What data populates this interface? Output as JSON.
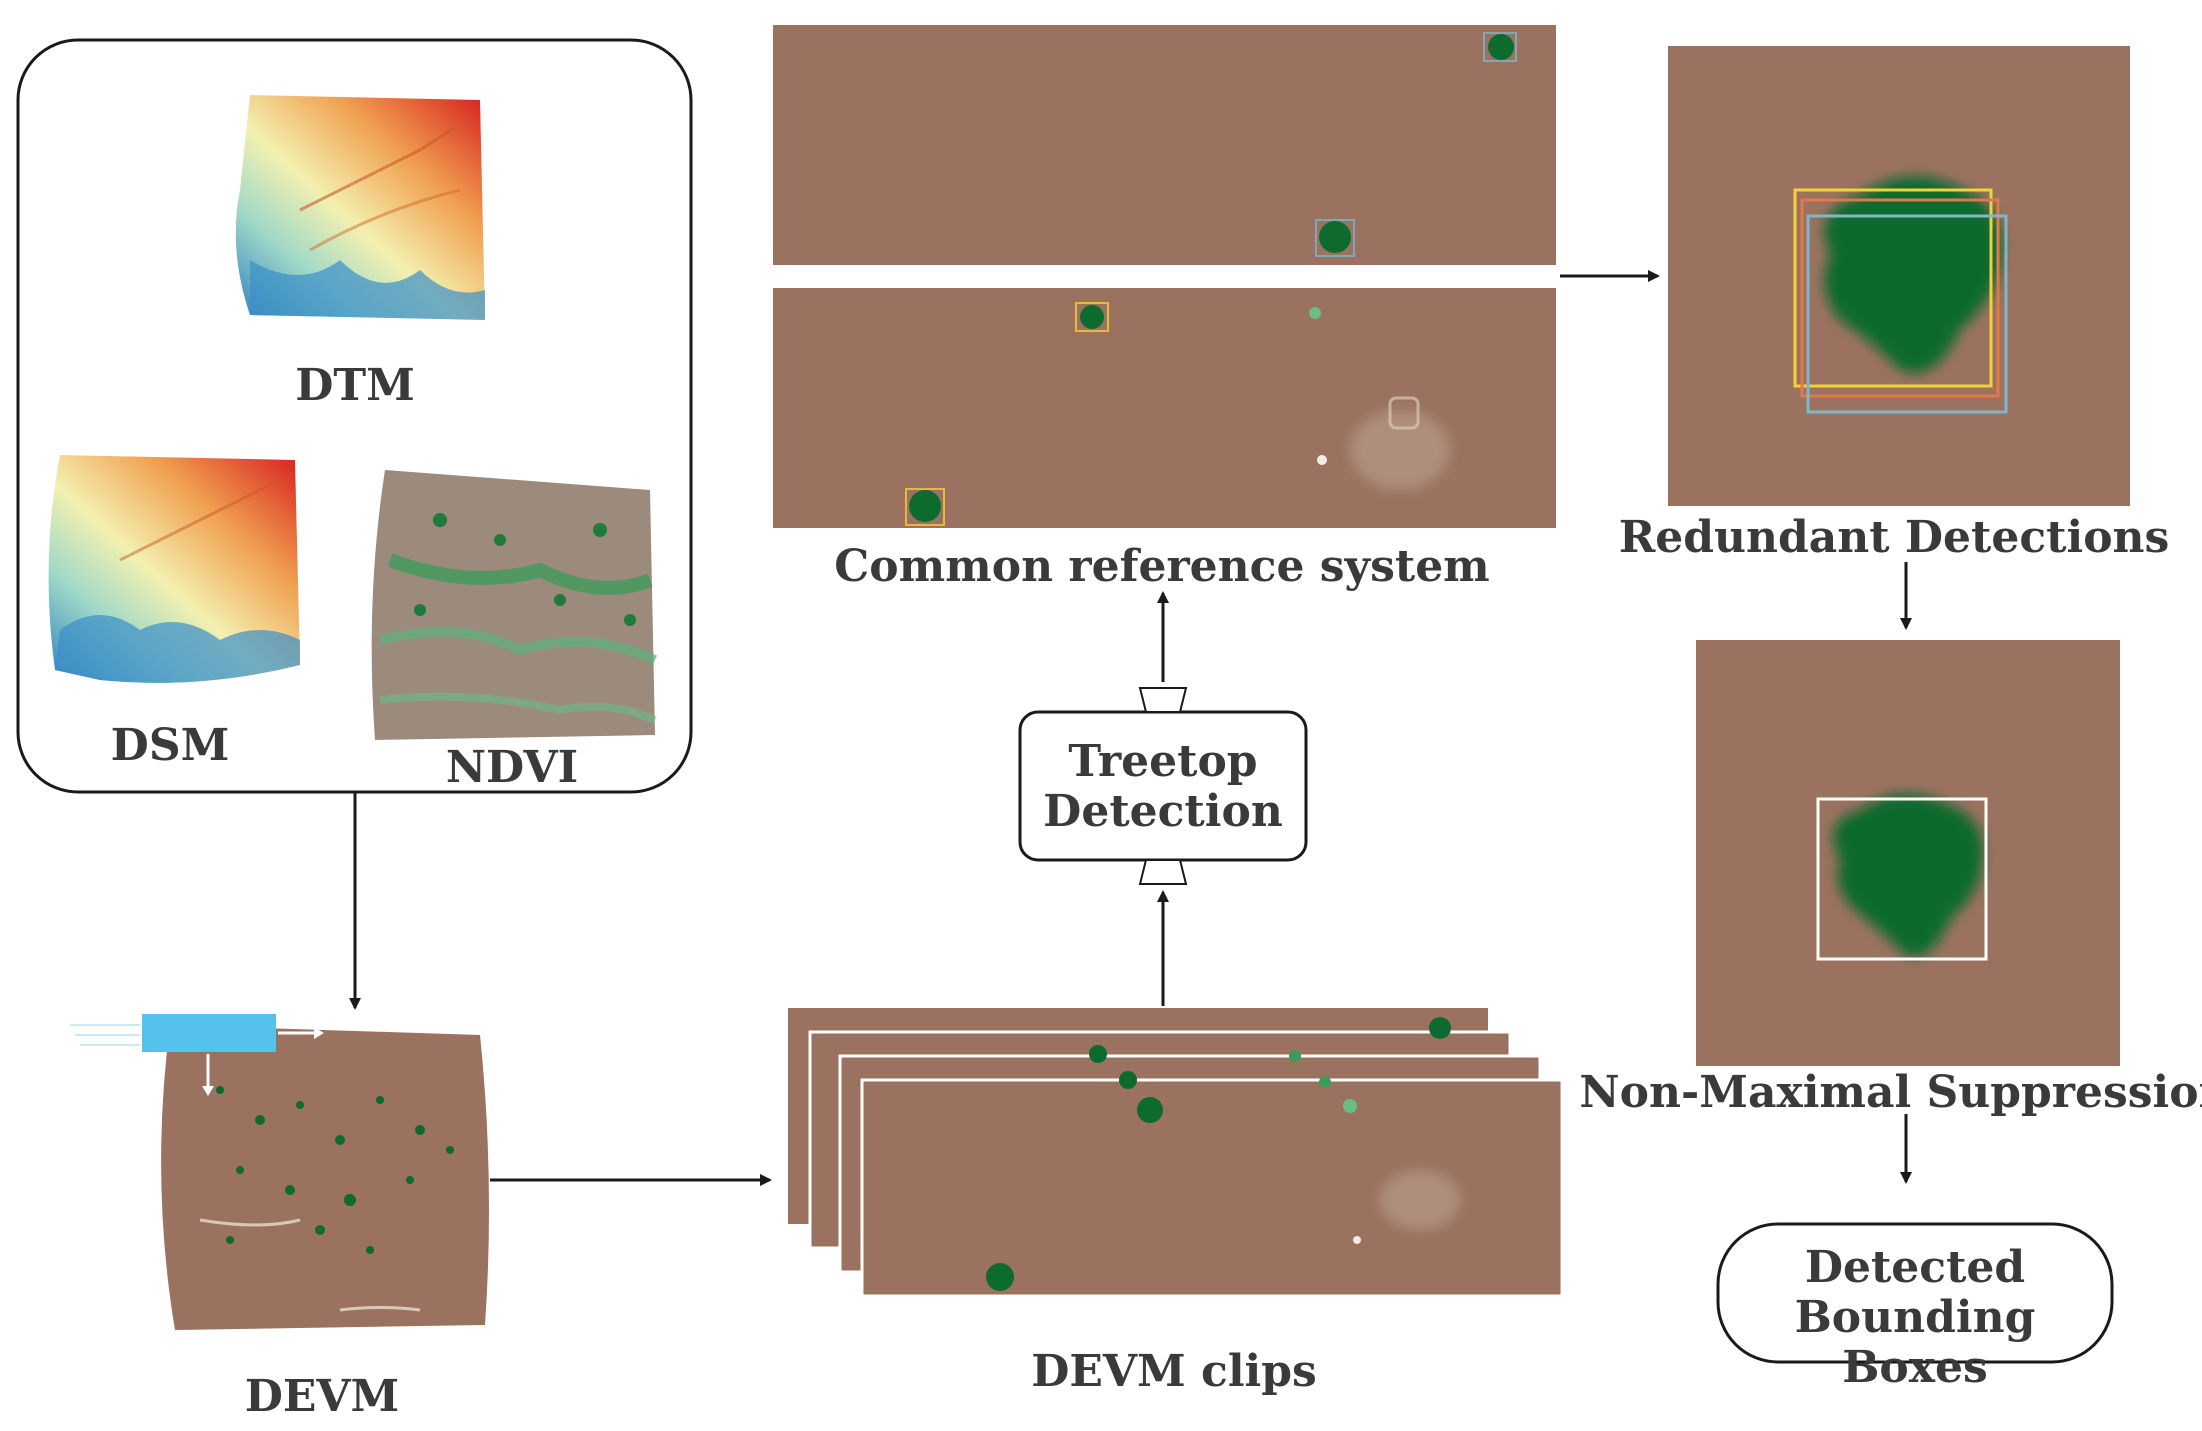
{
  "inputs": {
    "dtm_label": "DTM",
    "dsm_label": "DSM",
    "ndvi_label": "NDVI"
  },
  "devm_label": "DEVM",
  "clips_label": "DEVM clips",
  "treetop": {
    "line1": "Treetop",
    "line2": "Detection"
  },
  "common_label": "Common reference system",
  "redundant_label": "Redundant Detections",
  "nms_label": "Non-Maximal Suppression",
  "output": {
    "line1": "Detected",
    "line2": "Bounding Boxes"
  },
  "colors": {
    "ground": "#9b7260",
    "tree": "#0d6b2f",
    "box_yellow": "#f2d23a",
    "box_orange": "#e0784a",
    "box_blue": "#7fb6c9",
    "stroke": "#1a1a1a"
  }
}
